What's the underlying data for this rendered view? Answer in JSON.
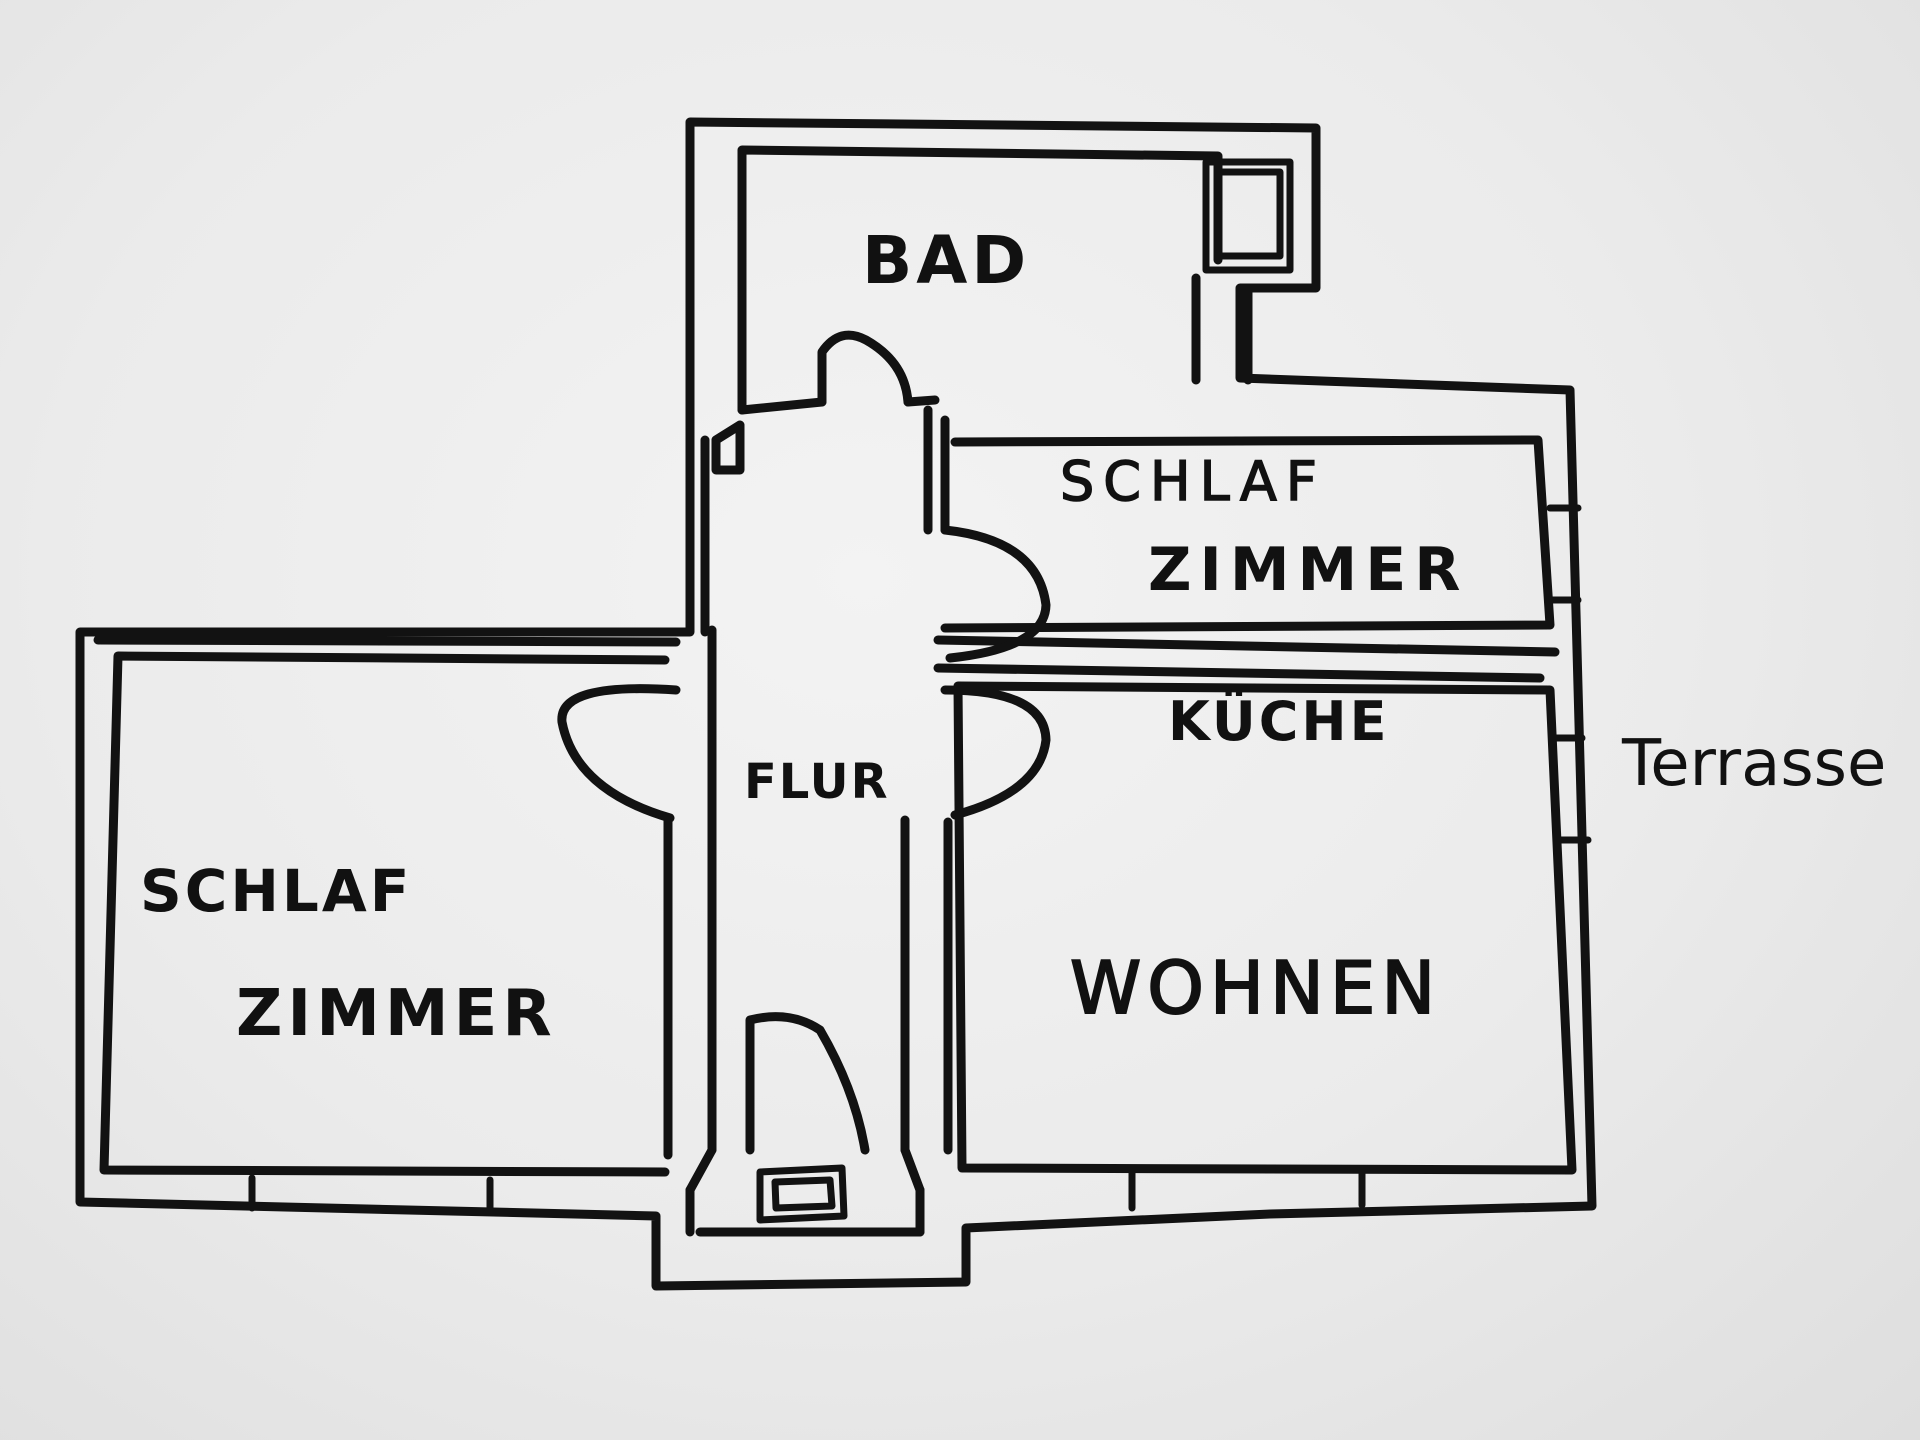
{
  "floor_plan": {
    "rooms": {
      "bath": "BAD",
      "bedroom_right": {
        "line1": "SCHLAF",
        "line2": "ZIMMER"
      },
      "kitchen": "KÜCHE",
      "hallway": "FLUR",
      "bedroom_left": {
        "line1": "SCHLAF",
        "line2": "ZIMMER"
      },
      "living": "WOHNEN"
    },
    "outside": {
      "terrace": "Terrasse"
    }
  }
}
